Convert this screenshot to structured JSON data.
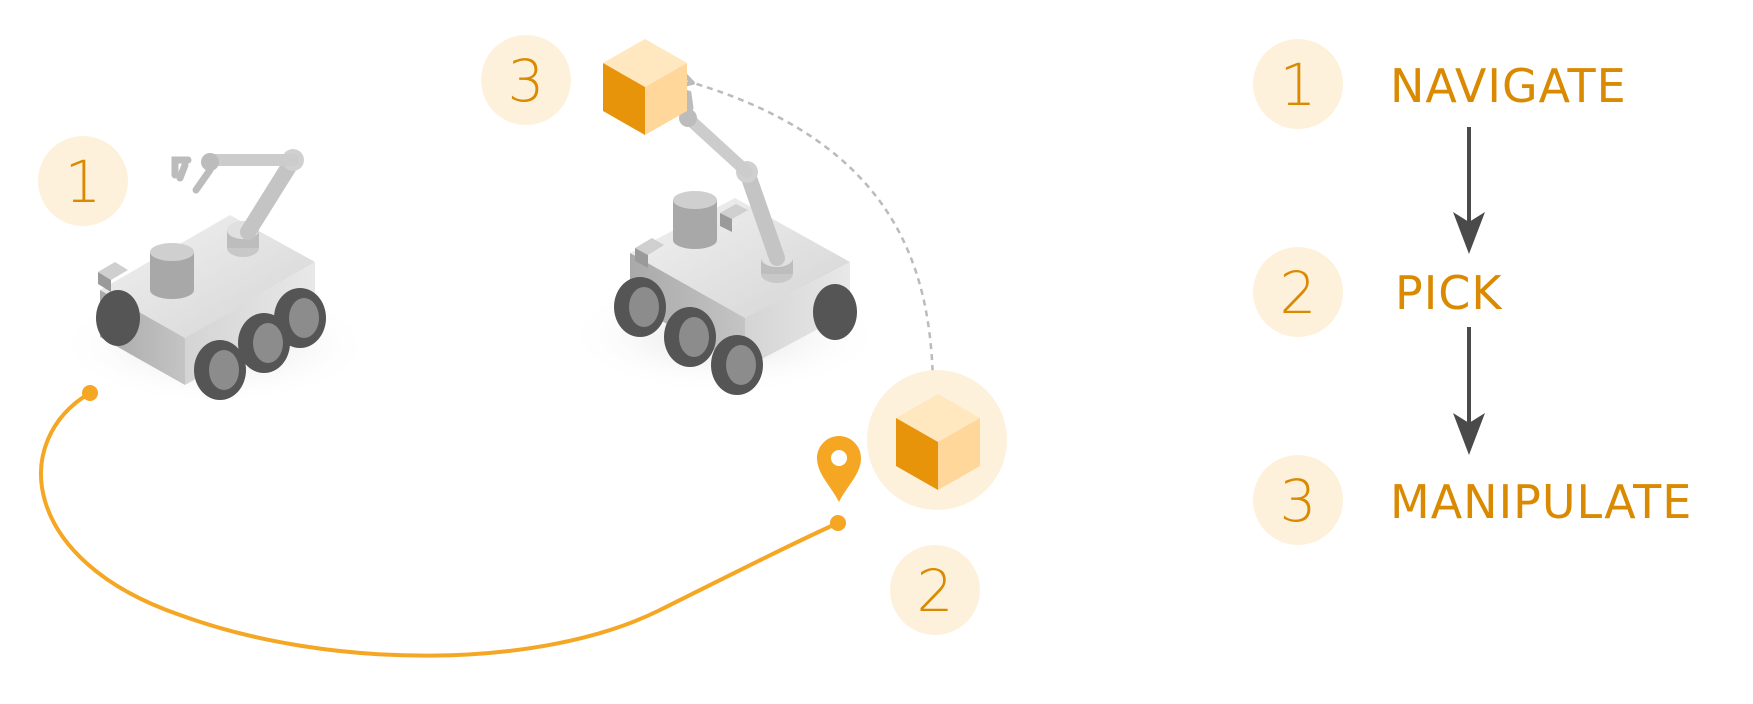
{
  "colors": {
    "orange": "#F5A623",
    "text_orange": "#D98A00",
    "badge_bg": "#FEF1DC",
    "cube_dark": "#E8940A",
    "cube_light": "#FFD79A",
    "cube_top": "#FFE7BF",
    "arrow": "#4A4A4A",
    "dashed": "#BBBBBB",
    "robot_body": "#D6D6D6",
    "wheel": "#555555"
  },
  "scene": {
    "badges": [
      "1",
      "3",
      "2"
    ]
  },
  "legend": {
    "steps": [
      {
        "num": "1",
        "label": "NAVIGATE"
      },
      {
        "num": "2",
        "label": "PICK"
      },
      {
        "num": "3",
        "label": "MANIPULATE"
      }
    ]
  },
  "icons": {
    "pin": "location-pin-icon",
    "cube": "cube-icon",
    "robot": "rover-robot-icon",
    "arrow": "arrow-down-icon"
  }
}
